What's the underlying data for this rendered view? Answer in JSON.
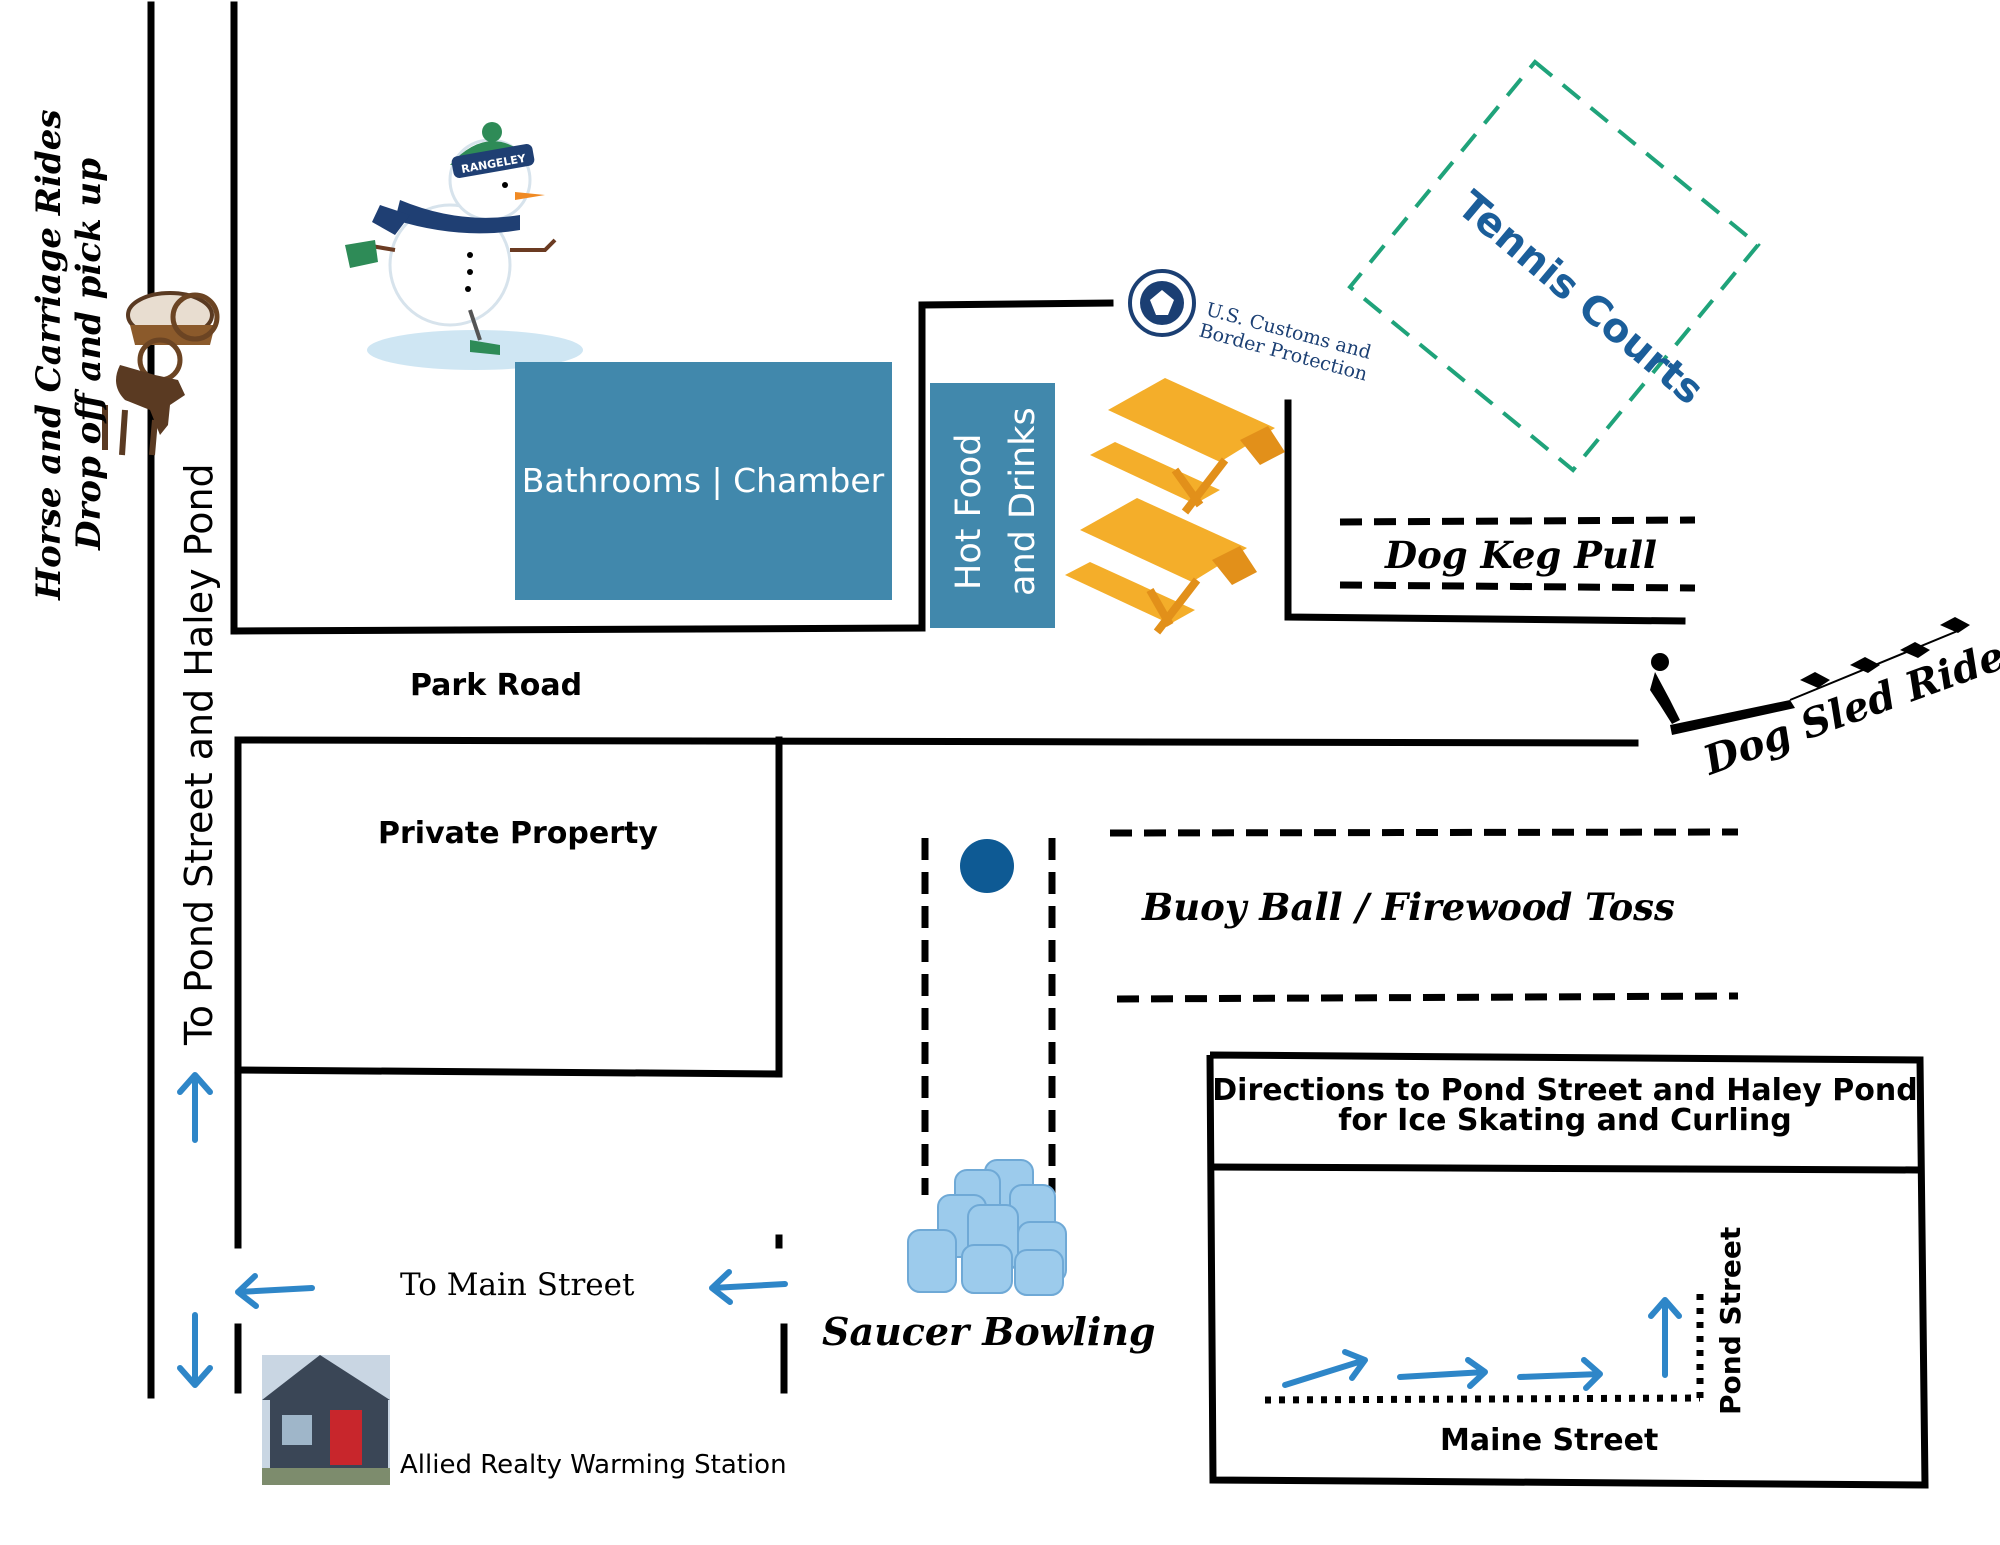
{
  "labels": {
    "horse_carriage_line1": "Horse and Carriage Rides",
    "horse_carriage_line2": "Drop off and pick up",
    "pond_street_vertical": "To Pond Street and Haley Pond",
    "bathrooms": "Bathrooms | Chamber",
    "hot_food_line1": "Hot Food",
    "hot_food_line2": "and Drinks",
    "customs_line1": "U.S. Customs and",
    "customs_line2": "Border Protection",
    "tennis_courts": "Tennis Courts",
    "dog_keg_pull": "Dog Keg Pull",
    "dog_sled_rides": "Dog Sled Rides",
    "park_road": "Park Road",
    "private_property": "Private Property",
    "buoy_ball": "Buoy Ball / Firewood Toss",
    "to_main_street": "To Main Street",
    "saucer_bowling": "Saucer Bowling",
    "allied_realty": "Allied Realty Warming Station",
    "directions_line1": "Directions to Pond Street and Haley Pond",
    "directions_line2": "for Ice Skating and Curling",
    "pond_street": "Pond Street",
    "maine_street": "Maine Street",
    "beanie_text": "RANGELEY"
  },
  "colors": {
    "building_blue": "#4188AC",
    "arrow_blue": "#2E86C8",
    "tennis_green": "#1FA37A",
    "tennis_text": "#1B5E9A",
    "buoy_navy": "#0E5A94",
    "table_orange": "#F4AE2A",
    "road": "#000000"
  },
  "icons": [
    "snowman-skating-icon",
    "horse-carriage-icon",
    "customs-seal-icon",
    "picnic-table-icon",
    "dog-sled-icon",
    "buoy-ball-icon",
    "water-jugs-icon",
    "allied-realty-photo",
    "direction-arrow-icon"
  ]
}
